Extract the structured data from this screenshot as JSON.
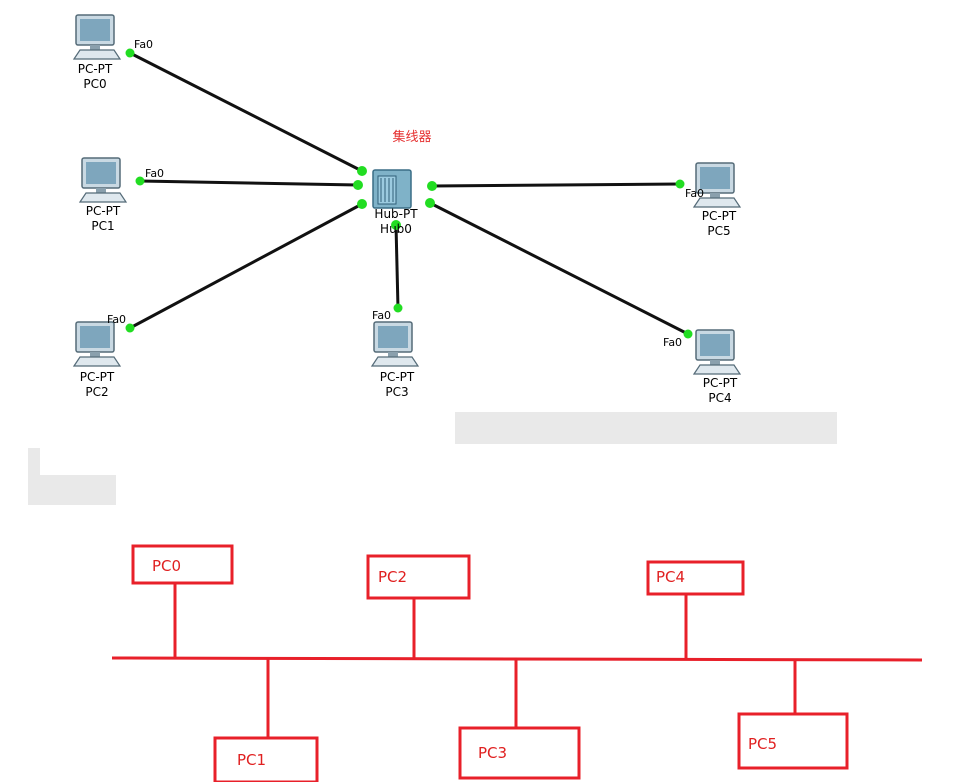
{
  "hub": {
    "title": "集线器",
    "type": "Hub-PT",
    "name": "Hub0"
  },
  "pcs": [
    {
      "type": "PC-PT",
      "name": "PC0",
      "port": "Fa0"
    },
    {
      "type": "PC-PT",
      "name": "PC1",
      "port": "Fa0"
    },
    {
      "type": "PC-PT",
      "name": "PC2",
      "port": "Fa0"
    },
    {
      "type": "PC-PT",
      "name": "PC3",
      "port": "Fa0"
    },
    {
      "type": "PC-PT",
      "name": "PC4",
      "port": "Fa0"
    },
    {
      "type": "PC-PT",
      "name": "PC5",
      "port": "Fa0"
    }
  ],
  "bus": {
    "top_nodes": [
      "PC0",
      "PC2",
      "PC4"
    ],
    "bottom_nodes": [
      "PC1",
      "PC3",
      "PC5"
    ]
  },
  "colors": {
    "link": "#111111",
    "port_dot": "#22dd22",
    "bus": "#e8202a",
    "hub_title": "#e53030"
  }
}
